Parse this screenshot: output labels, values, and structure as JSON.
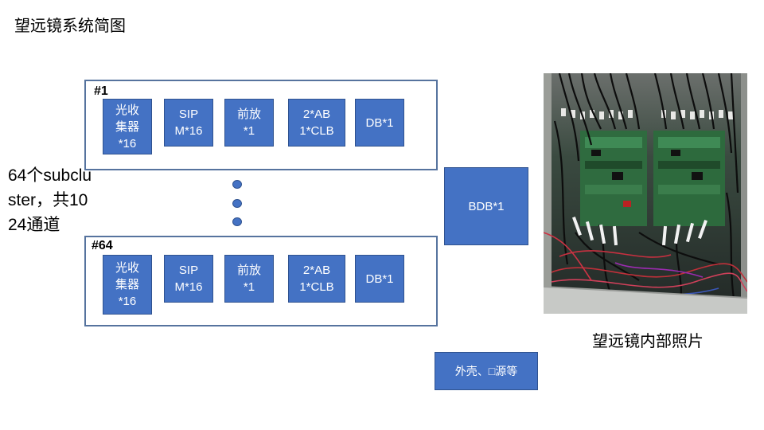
{
  "title": "望远镜系统简图",
  "side_label": "64个subcluster，共1024通道",
  "groups": [
    {
      "label": "#1",
      "boxes": [
        "光收\n集器\n*16",
        "SIP\nM*16",
        "前放\n*1",
        "2*AB\n1*CLB",
        "DB*1"
      ]
    },
    {
      "label": "#64",
      "boxes": [
        "光收\n集器\n*16",
        "SIP\nM*16",
        "前放\n*1",
        "2*AB\n1*CLB",
        "DB*1"
      ]
    }
  ],
  "bdb_label": "BDB*1",
  "shell_label": "外壳、□源等",
  "photo_caption": "望远镜内部照片",
  "colors": {
    "box_fill": "#4472c4",
    "box_border": "#2f528f",
    "frame_border": "#56739e"
  }
}
